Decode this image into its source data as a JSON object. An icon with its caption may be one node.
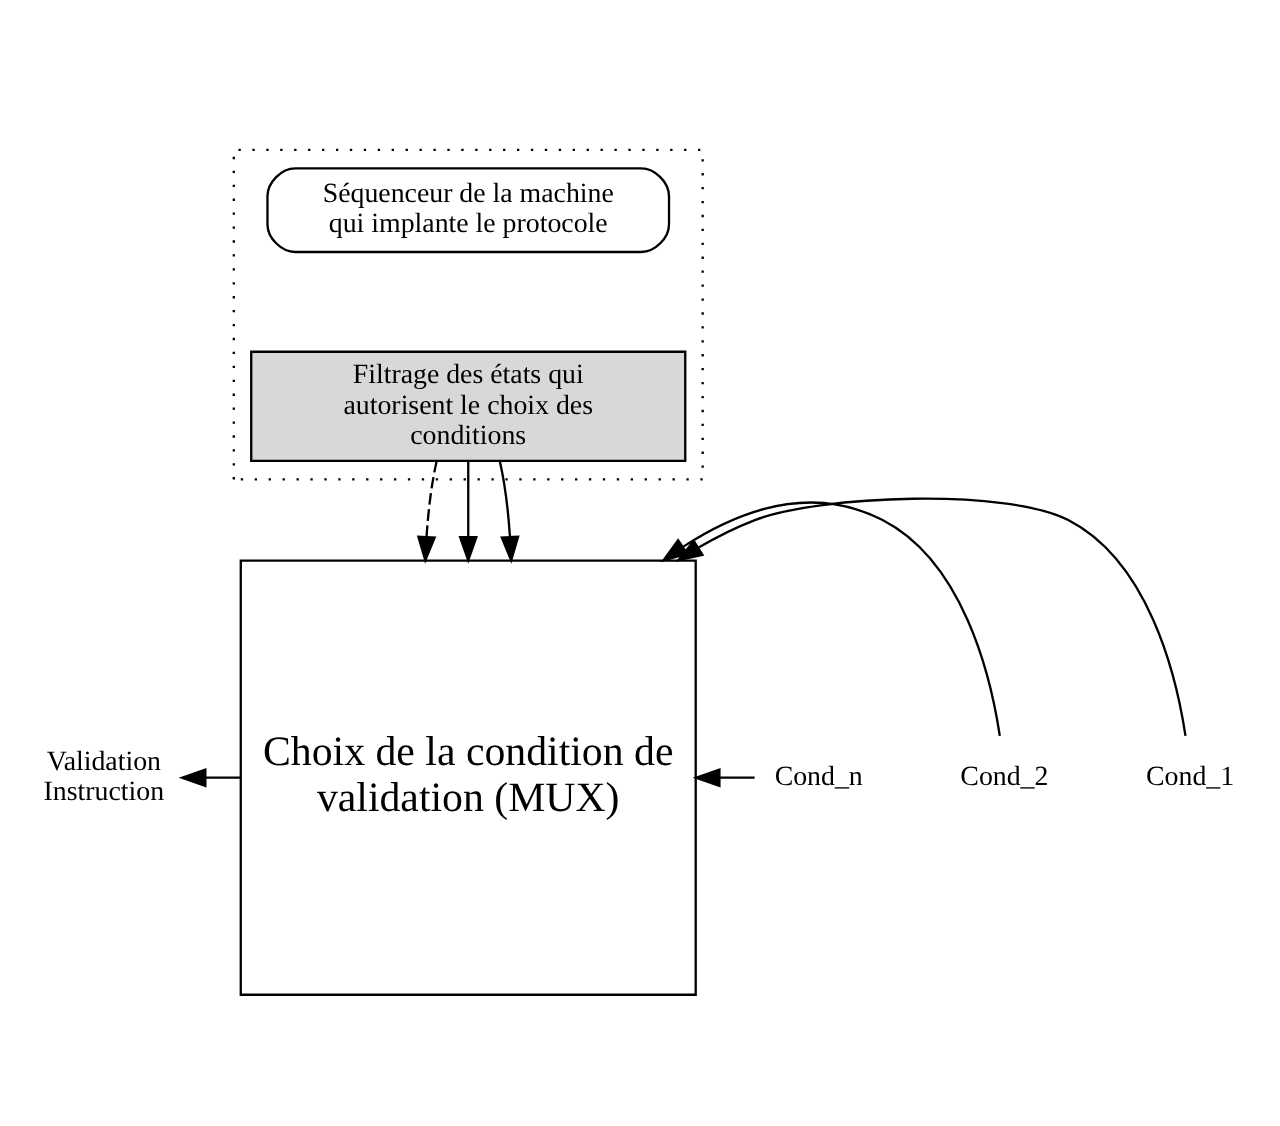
{
  "diagram": {
    "nodes": [
      {
        "text": [],
        "shape": "box"
      },
      {
        "text": [
          "Séquenceur de la machine qui implante le protocole"
        ],
        "in": 0
      },
      {
        "text": [
          "Filtrage des états qui autorisent le choix des conditions"
        ],
        "in": 0
      },
      {
        "text": [
          "Choix de la condition de validation (MUX)"
        ]
      },
      {
        "text": [
          "Cond_1"
        ]
      },
      {
        "text": [
          "Cond_2"
        ]
      },
      {
        "text": [
          "Cond_n"
        ]
      },
      {
        "text": [
          "Validation Instruction"
        ]
      }
    ],
    "edges": [
      {
        "from": 2,
        "to": 3,
        "arrow": "to",
        "style": "dashed"
      },
      {
        "from": 2,
        "to": 3,
        "arrow": "to"
      },
      {
        "from": 2,
        "to": 3,
        "arrow": "to"
      },
      {
        "from": 4,
        "to": 3,
        "arrow": "to"
      },
      {
        "from": 5,
        "to": 3,
        "arrow": "to"
      },
      {
        "from": 6,
        "to": 3,
        "arrow": "to"
      },
      {
        "from": 3,
        "to": 7,
        "arrow": "to"
      }
    ]
  }
}
